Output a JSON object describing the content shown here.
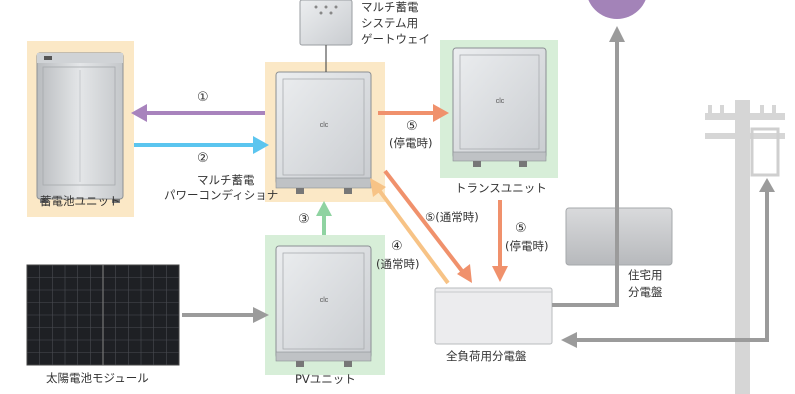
{
  "colors": {
    "battery_panel": "#fbe8c6",
    "pcs_panel": "#fbe8c6",
    "trans_panel": "#d7eed8",
    "pv_panel": "#d7eed8",
    "arrow_purple": "#a883bd",
    "arrow_blue": "#5bc5ef",
    "arrow_green": "#8fd3a1",
    "arrow_salmon": "#f0916c",
    "arrow_peach": "#f7c386",
    "arrow_gray": "#9b9b9b"
  },
  "labels": {
    "battery_unit": "蓄電池ユニット",
    "pcs_line1": "マルチ蓄電",
    "pcs_line2": "パワーコンディショナ",
    "gateway_line1": "マルチ蓄電",
    "gateway_line2": "システム用",
    "gateway_line3": "ゲートウェイ",
    "trans_unit": "トランスユニット",
    "home_panel_line1": "住宅用",
    "home_panel_line2": "分電盤",
    "full_load_panel": "全負荷用分電盤",
    "pv_unit": "PVユニット",
    "solar_module": "太陽電池モジュール",
    "unit_logo": "clc"
  },
  "flows": {
    "f1": "①",
    "f2": "②",
    "f3": "③",
    "f4_num": "④",
    "f4_note": "(通常時)",
    "f5a_num": "⑤",
    "f5a_note": "(停電時)",
    "f5b": "⑤(通常時)",
    "f5c_num": "⑤",
    "f5c_note": "(停電時)"
  },
  "icons": {
    "grid": "utility-pole-icon",
    "top_right": "purple-circle-icon"
  }
}
